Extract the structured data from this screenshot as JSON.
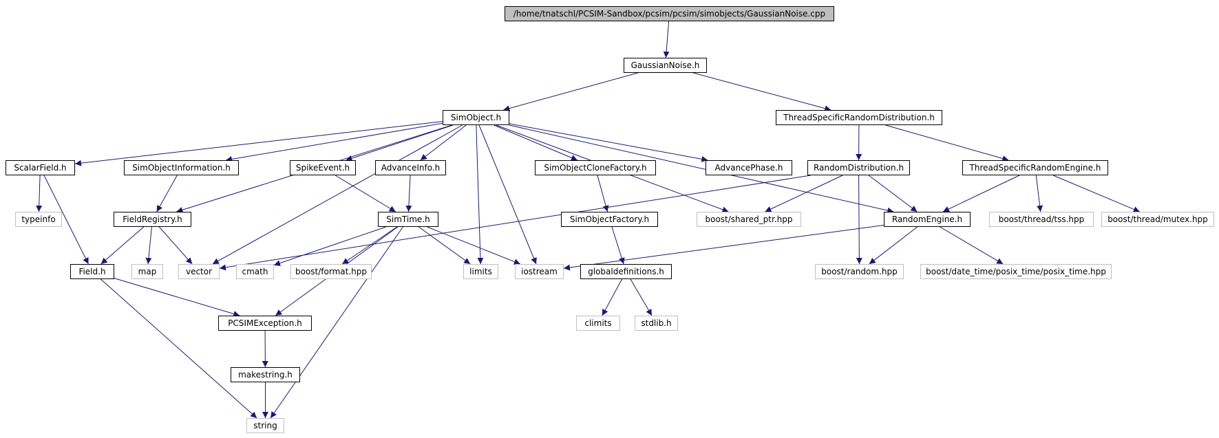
{
  "colors": {
    "edge": "#191970",
    "local_border": "#000000",
    "system_border": "#c0c0c0",
    "root_fill": "#bfbfbf"
  },
  "nodes": [
    {
      "id": "root",
      "label": "/home/tnatschl/PCSIM-Sandbox/pcsim/pcsim/simobjects/GaussianNoise.cpp",
      "kind": "root"
    },
    {
      "id": "gn",
      "label": "GaussianNoise.h",
      "kind": "local"
    },
    {
      "id": "so",
      "label": "SimObject.h",
      "kind": "local"
    },
    {
      "id": "tsrd",
      "label": "ThreadSpecificRandomDistribution.h",
      "kind": "local"
    },
    {
      "id": "sf",
      "label": "ScalarField.h",
      "kind": "local"
    },
    {
      "id": "soi",
      "label": "SimObjectInformation.h",
      "kind": "local"
    },
    {
      "id": "se",
      "label": "SpikeEvent.h",
      "kind": "local"
    },
    {
      "id": "ai",
      "label": "AdvanceInfo.h",
      "kind": "local"
    },
    {
      "id": "socf",
      "label": "SimObjectCloneFactory.h",
      "kind": "local"
    },
    {
      "id": "ap",
      "label": "AdvancePhase.h",
      "kind": "local"
    },
    {
      "id": "rd",
      "label": "RandomDistribution.h",
      "kind": "local"
    },
    {
      "id": "tsre",
      "label": "ThreadSpecificRandomEngine.h",
      "kind": "local"
    },
    {
      "id": "typeinfo",
      "label": "typeinfo",
      "kind": "system"
    },
    {
      "id": "fr",
      "label": "FieldRegistry.h",
      "kind": "local"
    },
    {
      "id": "st",
      "label": "SimTime.h",
      "kind": "local"
    },
    {
      "id": "sof",
      "label": "SimObjectFactory.h",
      "kind": "local"
    },
    {
      "id": "bsp",
      "label": "boost/shared_ptr.hpp",
      "kind": "system"
    },
    {
      "id": "re",
      "label": "RandomEngine.h",
      "kind": "local"
    },
    {
      "id": "btss",
      "label": "boost/thread/tss.hpp",
      "kind": "system"
    },
    {
      "id": "bmutex",
      "label": "boost/thread/mutex.hpp",
      "kind": "system"
    },
    {
      "id": "field",
      "label": "Field.h",
      "kind": "local"
    },
    {
      "id": "map",
      "label": "map",
      "kind": "system"
    },
    {
      "id": "vector",
      "label": "vector",
      "kind": "system"
    },
    {
      "id": "cmath",
      "label": "cmath",
      "kind": "system"
    },
    {
      "id": "bformat",
      "label": "boost/format.hpp",
      "kind": "system"
    },
    {
      "id": "limits",
      "label": "limits",
      "kind": "system"
    },
    {
      "id": "iostream",
      "label": "iostream",
      "kind": "system"
    },
    {
      "id": "gd",
      "label": "globaldefinitions.h",
      "kind": "local"
    },
    {
      "id": "brandom",
      "label": "boost/random.hpp",
      "kind": "system"
    },
    {
      "id": "bposix",
      "label": "boost/date_time/posix_time/posix_time.hpp",
      "kind": "system"
    },
    {
      "id": "pe",
      "label": "PCSIMException.h",
      "kind": "local"
    },
    {
      "id": "climits",
      "label": "climits",
      "kind": "system"
    },
    {
      "id": "stdlib",
      "label": "stdlib.h",
      "kind": "system"
    },
    {
      "id": "ms",
      "label": "makestring.h",
      "kind": "local"
    },
    {
      "id": "string",
      "label": "string",
      "kind": "system"
    }
  ],
  "edges": [
    [
      "root",
      "gn"
    ],
    [
      "gn",
      "so"
    ],
    [
      "gn",
      "tsrd"
    ],
    [
      "so",
      "sf"
    ],
    [
      "so",
      "soi"
    ],
    [
      "so",
      "se"
    ],
    [
      "so",
      "ai"
    ],
    [
      "so",
      "socf"
    ],
    [
      "so",
      "ap"
    ],
    [
      "so",
      "fr"
    ],
    [
      "so",
      "vector"
    ],
    [
      "so",
      "limits"
    ],
    [
      "so",
      "iostream"
    ],
    [
      "so",
      "bsp"
    ],
    [
      "so",
      "re"
    ],
    [
      "tsrd",
      "rd"
    ],
    [
      "tsrd",
      "tsre"
    ],
    [
      "sf",
      "typeinfo"
    ],
    [
      "sf",
      "field"
    ],
    [
      "soi",
      "fr"
    ],
    [
      "se",
      "st"
    ],
    [
      "ai",
      "st"
    ],
    [
      "socf",
      "sof"
    ],
    [
      "rd",
      "vector"
    ],
    [
      "rd",
      "bsp"
    ],
    [
      "rd",
      "re"
    ],
    [
      "rd",
      "brandom"
    ],
    [
      "tsre",
      "re"
    ],
    [
      "tsre",
      "btss"
    ],
    [
      "tsre",
      "bmutex"
    ],
    [
      "fr",
      "field"
    ],
    [
      "fr",
      "map"
    ],
    [
      "fr",
      "vector"
    ],
    [
      "st",
      "cmath"
    ],
    [
      "st",
      "bformat"
    ],
    [
      "st",
      "limits"
    ],
    [
      "st",
      "iostream"
    ],
    [
      "st",
      "pe"
    ],
    [
      "st",
      "string"
    ],
    [
      "sof",
      "gd"
    ],
    [
      "re",
      "iostream"
    ],
    [
      "re",
      "brandom"
    ],
    [
      "re",
      "bposix"
    ],
    [
      "field",
      "pe"
    ],
    [
      "field",
      "string"
    ],
    [
      "gd",
      "climits"
    ],
    [
      "gd",
      "stdlib"
    ],
    [
      "pe",
      "ms"
    ],
    [
      "ms",
      "string"
    ]
  ]
}
